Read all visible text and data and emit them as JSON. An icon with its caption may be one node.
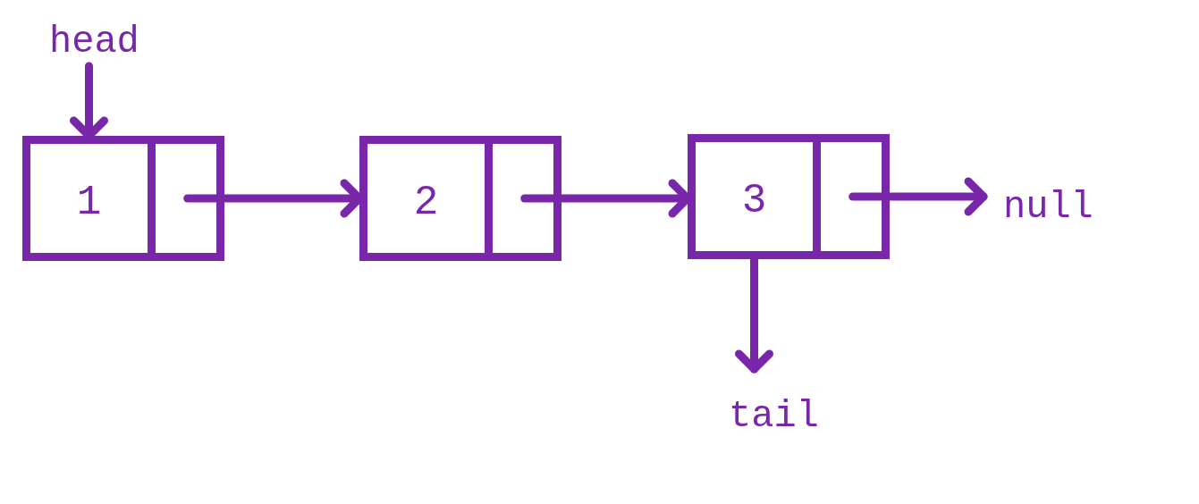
{
  "diagram": {
    "nodes": [
      {
        "text": [
          "head"
        ]
      },
      {
        "text": [
          "1"
        ]
      },
      {
        "text": [],
        "shape": "box"
      },
      {
        "text": [
          "2"
        ]
      },
      {
        "text": [],
        "shape": "box"
      },
      {
        "text": [
          "3"
        ]
      },
      {
        "text": [],
        "shape": "box"
      },
      {
        "text": [
          "null"
        ]
      },
      {
        "text": [
          "tail"
        ]
      }
    ],
    "edges": [
      {
        "from": 0,
        "to": 1,
        "arrow": "to"
      },
      {
        "from": 2,
        "to": 3,
        "arrow": "to"
      },
      {
        "from": 4,
        "to": 5,
        "arrow": "to"
      },
      {
        "from": 6,
        "to": 7,
        "arrow": "to"
      },
      {
        "from": 5,
        "to": 8,
        "arrow": "to"
      }
    ]
  }
}
